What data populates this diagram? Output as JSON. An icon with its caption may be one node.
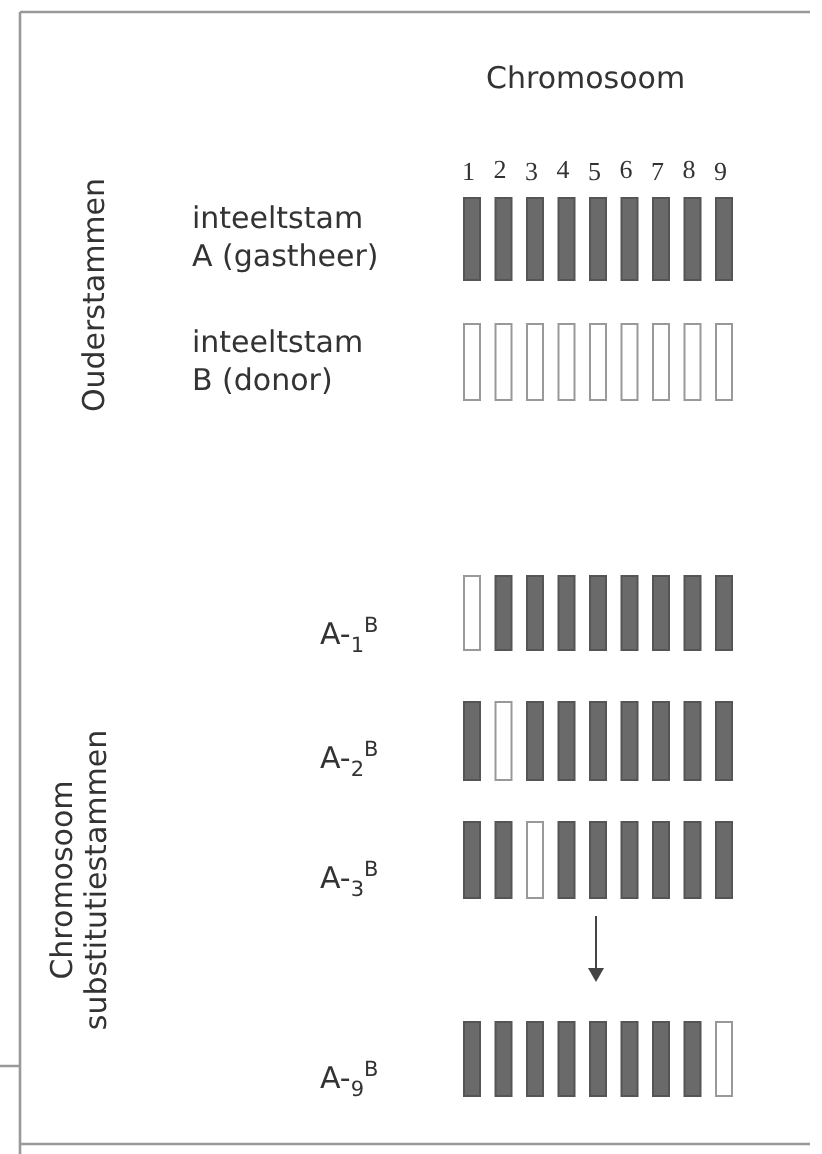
{
  "diagram": {
    "labels": [
      "Chromosoom",
      "1",
      "2",
      "3",
      "4",
      "5",
      "6",
      "7",
      "8",
      "9",
      "Ouderstammen",
      "inteeltstam A (gastheer)",
      "inteeltstam B (donor)",
      "Chromosoom substitutiestammen",
      "A-$_{1}$$^{B}$",
      "A-$_{2}$$^{B}$",
      "A-$_{3}$$^{B}$",
      "A-$_{9}$$^{B}$"
    ]
  }
}
